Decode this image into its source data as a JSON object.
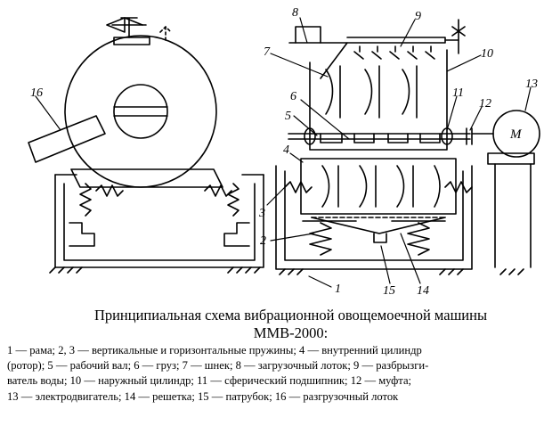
{
  "figure": {
    "callouts": [
      "1",
      "2",
      "3",
      "4",
      "5",
      "6",
      "7",
      "8",
      "9",
      "10",
      "11",
      "12",
      "13",
      "14",
      "15",
      "16"
    ],
    "motor_label": "M"
  },
  "caption": {
    "title_line1": "Принципиальная схема вибрационной овощемоечной машины",
    "title_line2": "ММВ-2000:",
    "legend_lines": [
      "1 — рама; 2, 3 — вертикальные и горизонтальные пружины; 4 — внутренний цилиндр",
      "(ротор); 5 — рабочий вал; 6 — груз; 7 — шнек; 8 — загрузочный лоток; 9 — разбрызги-",
      "ватель воды; 10 — наружный цилиндр; 11 — сферический подшипник; 12 — муфта;",
      "13 — электродвигатель; 14 — решетка; 15 — патрубок; 16 — разгрузочный лоток"
    ]
  }
}
